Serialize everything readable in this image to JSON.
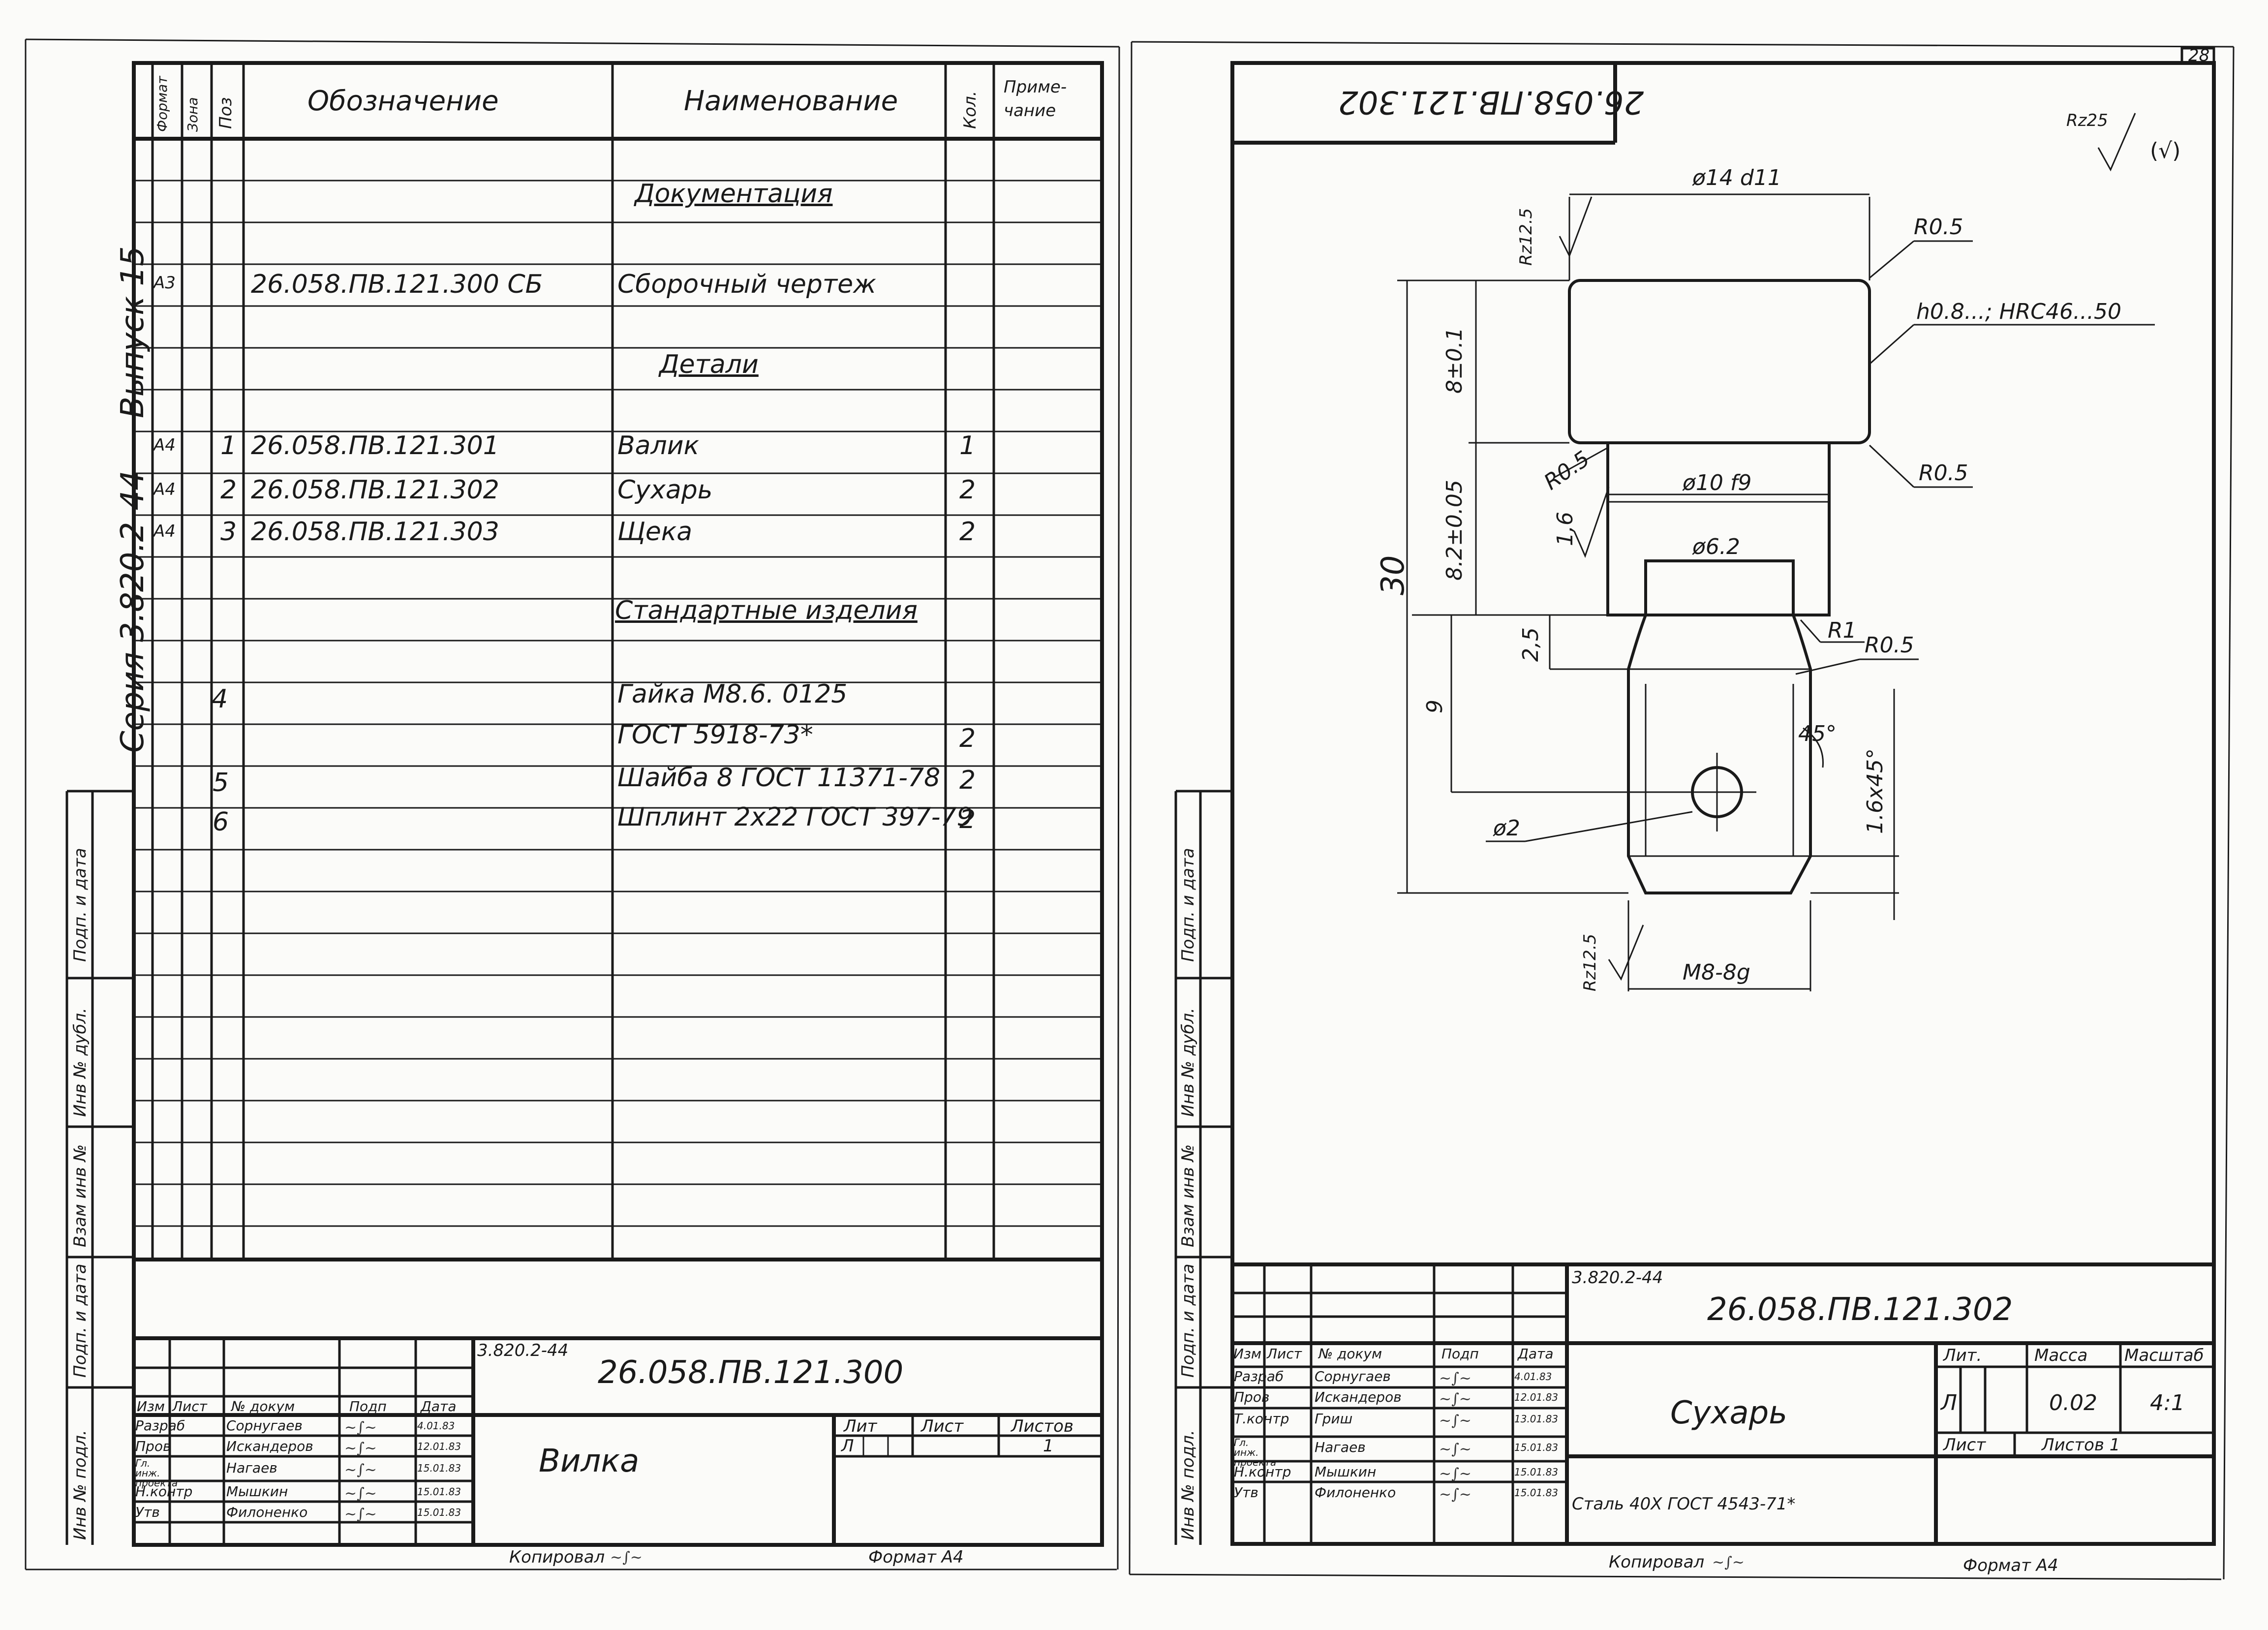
{
  "left_sheet": {
    "series_side": "Серия 3.820.2-44",
    "issue_side": "Выпуск 15",
    "side_stamp": [
      "Инв № подл.",
      "Подп. и дата",
      "Взам инв №",
      "Инв № дубл.",
      "Подп. и дата"
    ],
    "spec": {
      "headers": [
        "Формат",
        "Зона",
        "Поз",
        "Обозначение",
        "Наименование",
        "Кол.",
        "Приме-",
        "чание"
      ],
      "sections": {
        "documentation": "Документация",
        "details": "Детали",
        "standard": "Стандартные изделия"
      },
      "doc_row": {
        "format": "А3",
        "designation": "26.058.ПВ.121.300 СБ",
        "name": "Сборочный чертеж"
      },
      "detail_rows": [
        {
          "format": "А4",
          "pos": "1",
          "designation": "26.058.ПВ.121.301",
          "name": "Валик",
          "qty": "1"
        },
        {
          "format": "А4",
          "pos": "2",
          "designation": "26.058.ПВ.121.302",
          "name": "Сухарь",
          "qty": "2"
        },
        {
          "format": "А4",
          "pos": "3",
          "designation": "26.058.ПВ.121.303",
          "name": "Щека",
          "qty": "2"
        }
      ],
      "std_rows": [
        {
          "pos": "4",
          "name": "Гайка М8.6. 0125",
          "qty": ""
        },
        {
          "pos": "",
          "name": "ГОСТ 5918-73*",
          "qty": "2"
        },
        {
          "pos": "5",
          "name": "Шайба 8 ГОСТ 11371-78",
          "qty": "2"
        },
        {
          "pos": "6",
          "name": "Шплинт 2х22 ГОСТ 397-79",
          "qty": "2"
        }
      ]
    },
    "title_block": {
      "series": "3.820.2-44",
      "designation": "26.058.ПВ.121.300",
      "name": "Вилка",
      "col_headers": [
        "Изм",
        "Лист",
        "№ докум",
        "Подп",
        "Дата"
      ],
      "roles": [
        "Разраб",
        "Пров",
        "Гл. инж. проекта",
        "Н.контр",
        "Утв"
      ],
      "names": [
        "Сорнугаев",
        "Искандеров",
        "Нагаев",
        "Мышкин",
        "Филоненко"
      ],
      "dates": [
        "4.01.83",
        "12.01.83",
        "15.01.83",
        "15.01.83",
        "15.01.83"
      ],
      "lit_label": "Лит",
      "sheet_label": "Лист",
      "sheets_label": "Листов",
      "lit_value": "Л",
      "sheets_value": "1"
    },
    "footer_copied": "Копировал",
    "footer_format": "Формат А4"
  },
  "right_sheet": {
    "page_number": "28",
    "stamp_mirrored": "26.058.ПВ.121.302",
    "roughness_general": "Rz25",
    "roughness_paren": "(√)",
    "dims": {
      "d14": "ø14 d11",
      "r05_top": "R0.5",
      "hardness": "h0.8...; HRC46...50",
      "h8": "8±0.1",
      "r05_left": "R0.5",
      "d10": "ø10 f9",
      "r05_mid": "R0.5",
      "h82": "8.2±0.05",
      "rough16": "1,6",
      "d62": "ø6.2",
      "total30": "30",
      "h25": "2,5",
      "r1": "R1",
      "r05_low": "R0.5",
      "h9": "9",
      "a45": "45°",
      "chamfer": "1.6х45°",
      "d2": "ø2",
      "rz125_top": "Rz12.5",
      "rz125_bot": "Rz12.5",
      "thread": "M8-8g"
    },
    "side_stamp": [
      "Инв № подл.",
      "Подп. и дата",
      "Взам инв №",
      "Инв № дубл.",
      "Подп. и дата"
    ],
    "title_block": {
      "series": "3.820.2-44",
      "designation": "26.058.ПВ.121.302",
      "name": "Сухарь",
      "material": "Сталь 40Х ГОСТ 4543-71*",
      "col_headers": [
        "Изм",
        "Лист",
        "№ докум",
        "Подп",
        "Дата"
      ],
      "roles": [
        "Разраб",
        "Пров",
        "Т.контр",
        "Гл. инж. проекта",
        "Н.контр",
        "Утв"
      ],
      "names": [
        "Сорнугаев",
        "Искандеров",
        "Гриш",
        "Нагаев",
        "Мышкин",
        "Филоненко"
      ],
      "dates": [
        "4.01.83",
        "12.01.83",
        "13.01.83",
        "15.01.83",
        "15.01.83",
        "15.01.83"
      ],
      "lit_label": "Лит.",
      "mass_label": "Масса",
      "scale_label": "Масштаб",
      "lit_value": "Л",
      "mass_value": "0.02",
      "scale_value": "4:1",
      "sheet_label": "Лист",
      "sheets_label": "Листов 1"
    },
    "footer_copied": "Копировал",
    "footer_format": "Формат А4"
  }
}
